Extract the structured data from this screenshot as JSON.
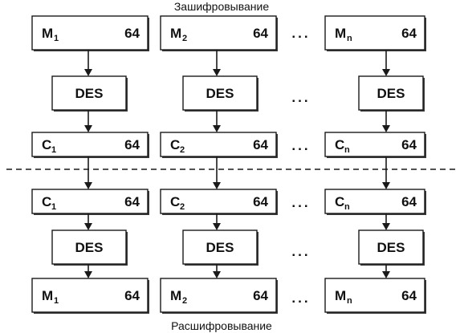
{
  "captions": {
    "top": "Зашифровывание",
    "bottom": "Расшифровывание"
  },
  "block_size": "64",
  "ellipsis": "...",
  "cipher": "DES",
  "columns": [
    {
      "plain": {
        "base": "M",
        "sub": "1"
      },
      "cipher": {
        "base": "C",
        "sub": "1"
      }
    },
    {
      "plain": {
        "base": "M",
        "sub": "2"
      },
      "cipher": {
        "base": "C",
        "sub": "2"
      }
    },
    {
      "plain": {
        "base": "M",
        "sub": "n"
      },
      "cipher": {
        "base": "C",
        "sub": "n"
      }
    }
  ]
}
